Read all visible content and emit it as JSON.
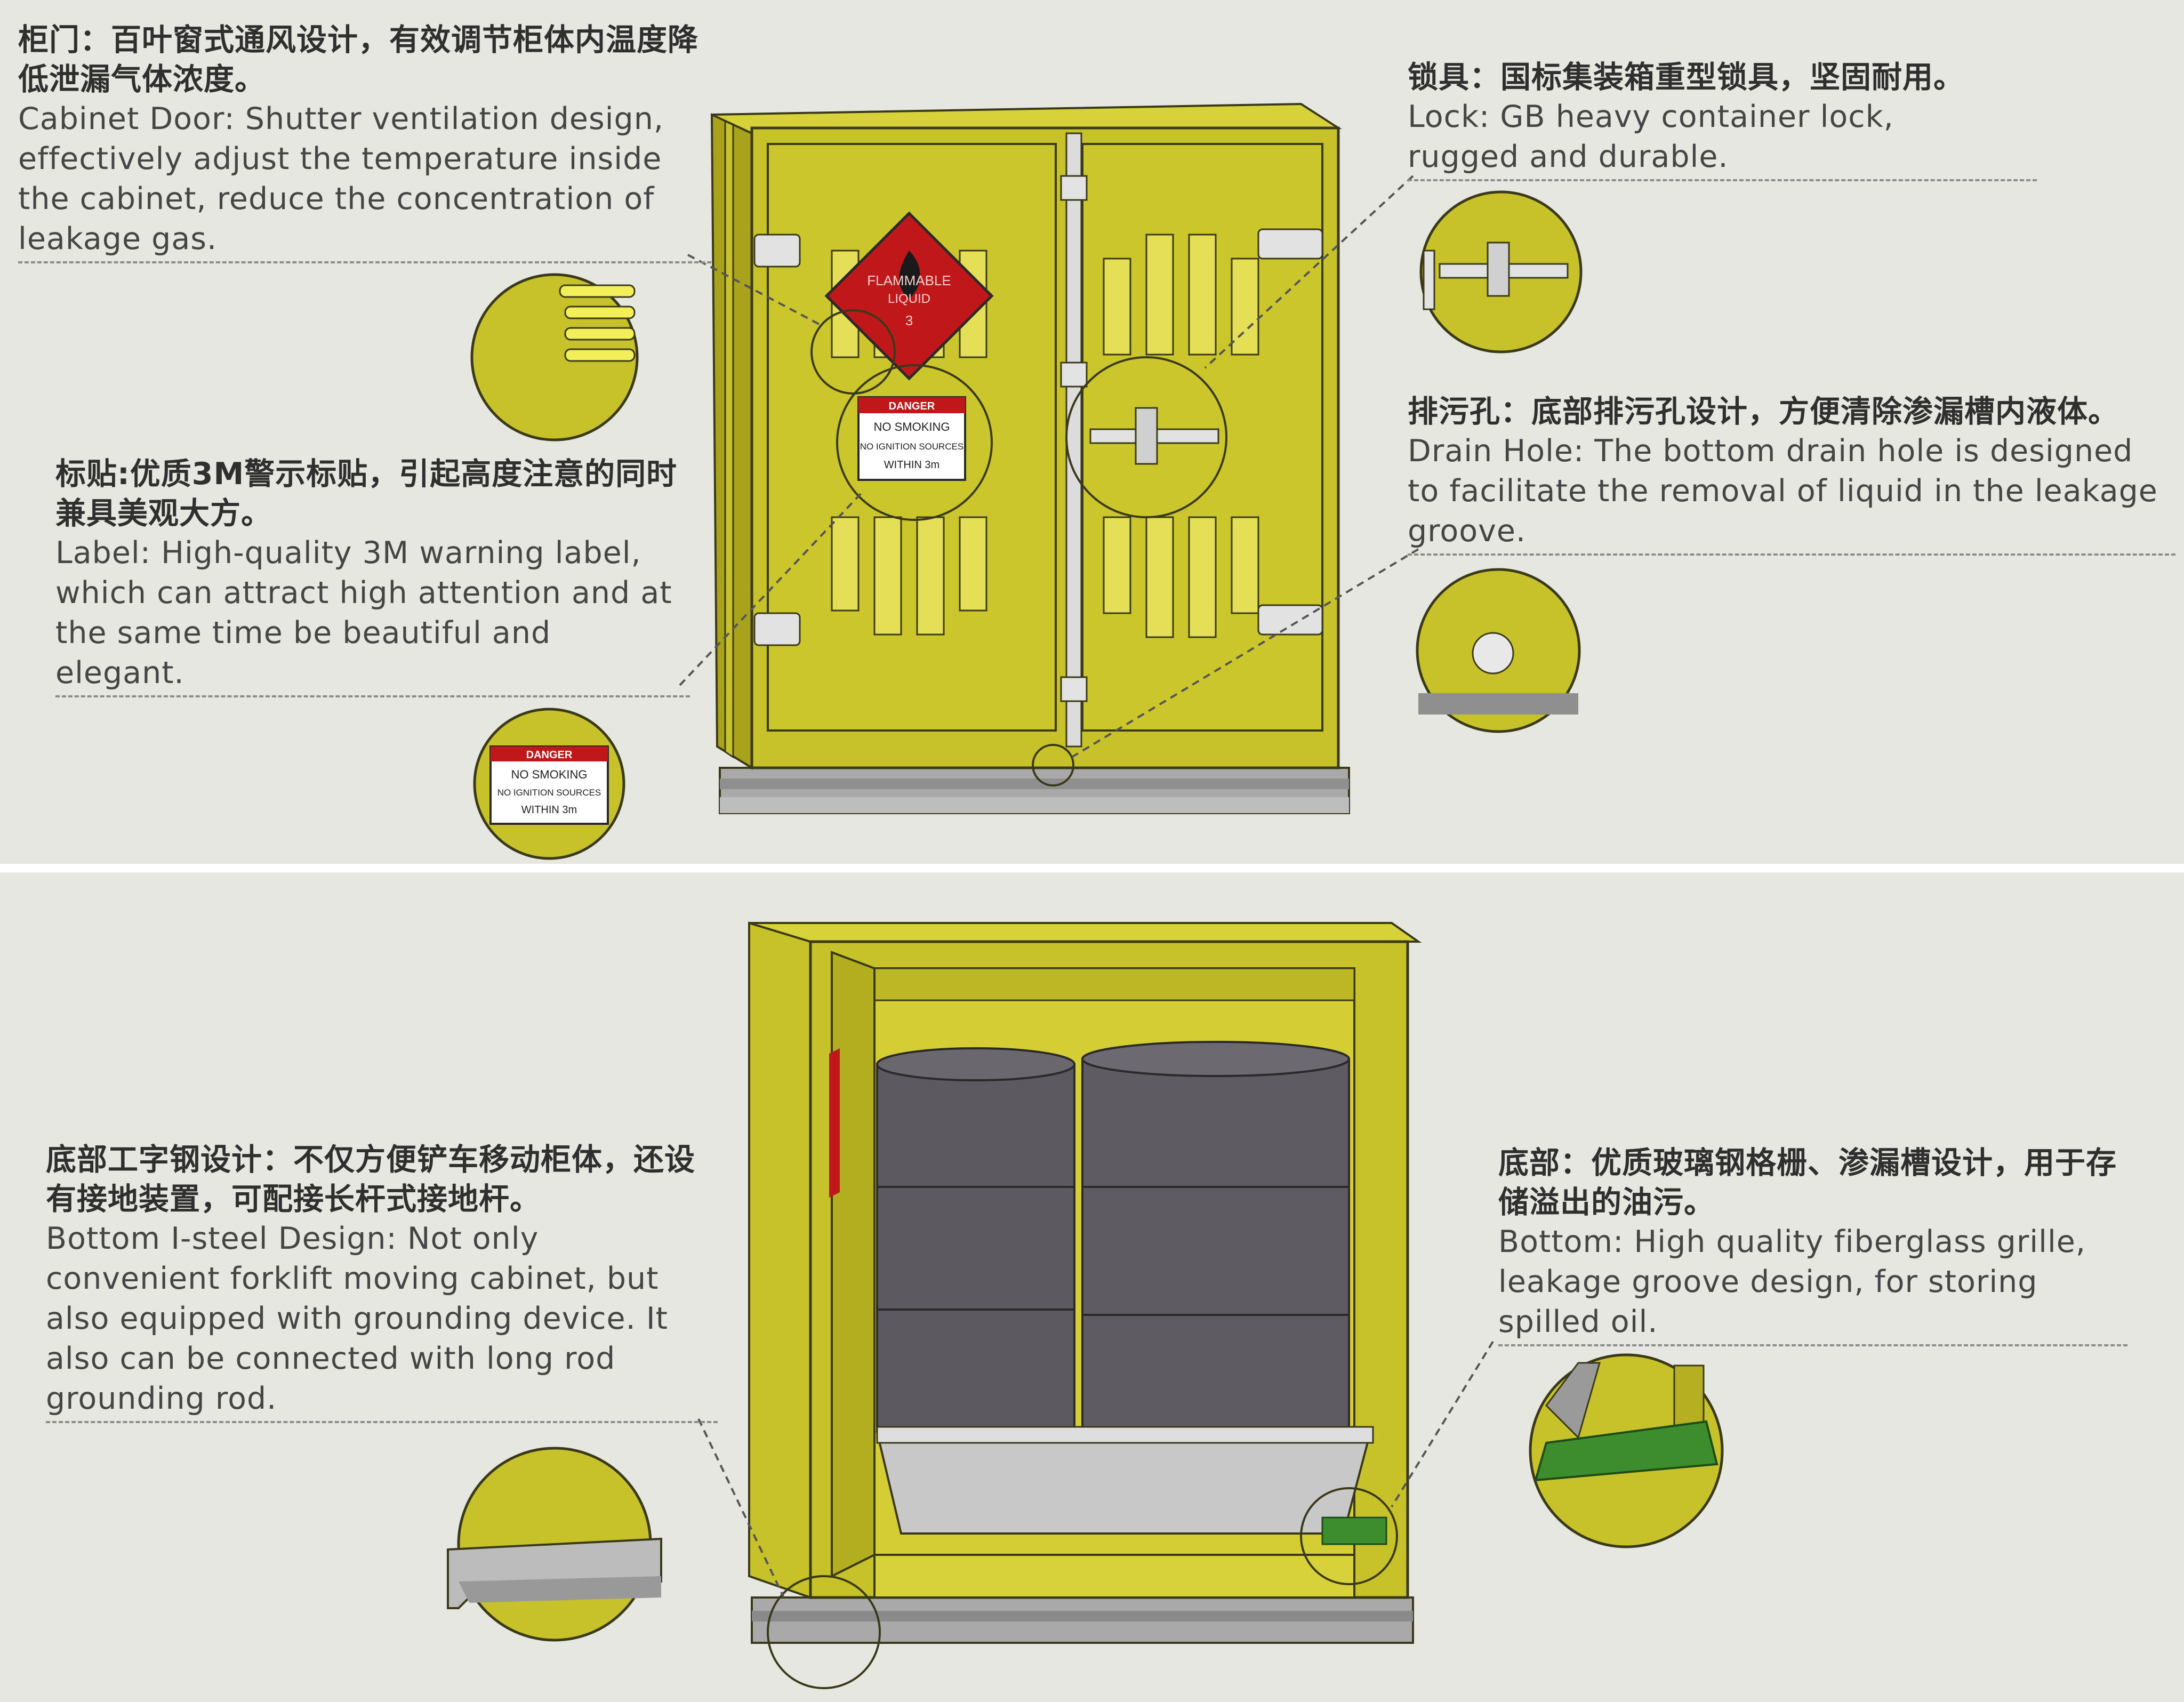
{
  "colors": {
    "background": "#e6e7e0",
    "cabinet_yellow": "#c7c12a",
    "cabinet_light": "#d8d23a",
    "cabinet_dark": "#a8a21d",
    "outline": "#3a3a1a",
    "drum_dark": "#5c5a60",
    "grey_base": "#a9a9a9",
    "label_red": "#c0181a",
    "grille_green": "#3d8d2e"
  },
  "icons": {
    "flammable_label": "flammable-diamond-icon",
    "warning_label": "no-smoking-label-icon"
  },
  "top": {
    "door": {
      "zh": "柜门：百叶窗式通风设计，有效调节柜体内温度降低泄漏气体浓度。",
      "en": "Cabinet Door: Shutter ventilation design, effectively adjust the temperature inside the cabinet, reduce the concentration of leakage gas."
    },
    "lock": {
      "zh": "锁具：国标集装箱重型锁具，坚固耐用。",
      "en": "Lock: GB heavy container lock, rugged and durable."
    },
    "drain": {
      "zh": "排污孔：底部排污孔设计，方便清除渗漏槽内液体。",
      "en": "Drain Hole: The bottom drain hole is designed to facilitate the removal of liquid in the leakage groove."
    },
    "label": {
      "zh": "标贴:优质3M警示标贴，引起高度注意的同时兼具美观大方。",
      "en": "Label: High-quality 3M warning label, which can attract high attention and at the same time be beautiful and elegant."
    },
    "flammable_text": [
      "FLAMMABLE",
      "LIQUID",
      "3"
    ],
    "warning_text": [
      "DANGER",
      "NO SMOKING",
      "NO IGNITION SOURCES",
      "WITHIN 3m"
    ]
  },
  "bottom": {
    "isteel": {
      "zh": "底部工字钢设计：不仅方便铲车移动柜体，还设有接地装置，可配接长杆式接地杆。",
      "en": "Bottom I-steel Design: Not only convenient forklift moving cabinet, but also equipped with grounding device. It also can be connected with long rod grounding rod."
    },
    "grille": {
      "zh": "底部：优质玻璃钢格栅、渗漏槽设计，用于存储溢出的油污。",
      "en": "Bottom: High quality fiberglass grille, leakage groove design, for storing spilled oil."
    }
  }
}
